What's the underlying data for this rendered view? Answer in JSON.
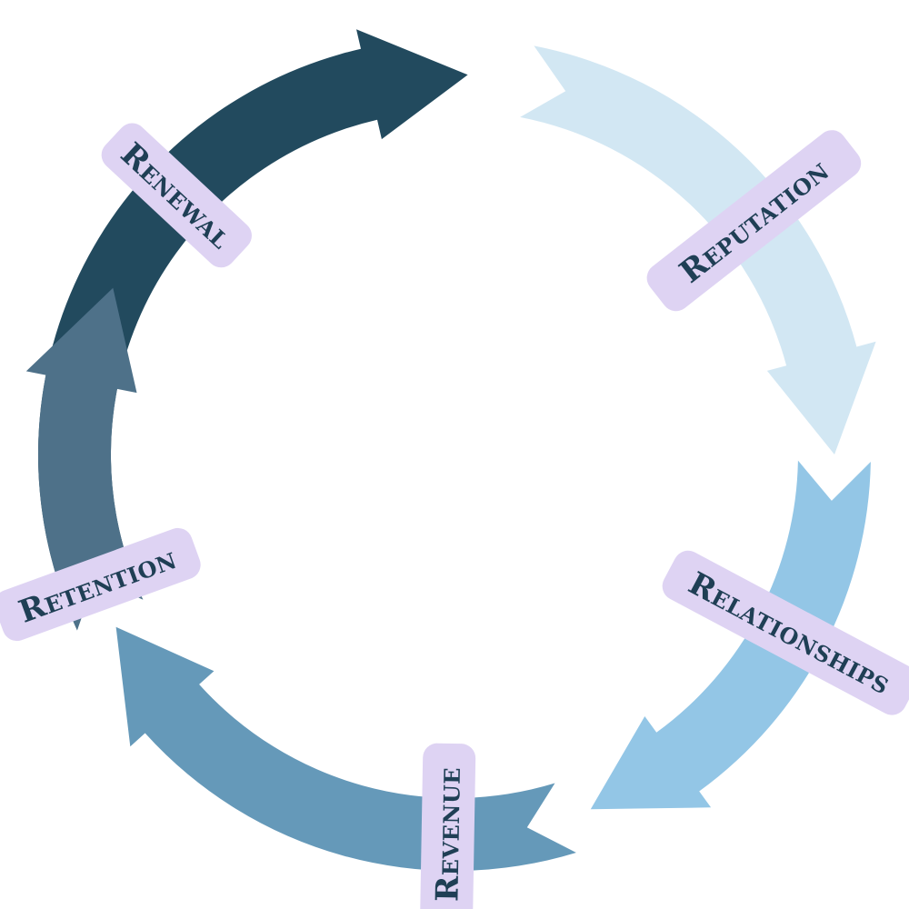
{
  "diagram": {
    "type": "cycle",
    "stages": [
      {
        "id": "renewal",
        "label": "Renewal",
        "color": "#224a5e",
        "text_color": "#1f3f55"
      },
      {
        "id": "reputation",
        "label": "Reputation",
        "color": "#d2e7f3",
        "text_color": "#1f3f55"
      },
      {
        "id": "relationships",
        "label": "Relationships",
        "color": "#93c6e6",
        "text_color": "#1f3f55"
      },
      {
        "id": "revenue",
        "label": "Revenue",
        "color": "#6599b9",
        "text_color": "#1f3f55"
      },
      {
        "id": "retention",
        "label": "Retention",
        "color": "#4e7189",
        "text_color": "#1f3f55"
      }
    ],
    "label_box_color": "#ded3f3"
  }
}
